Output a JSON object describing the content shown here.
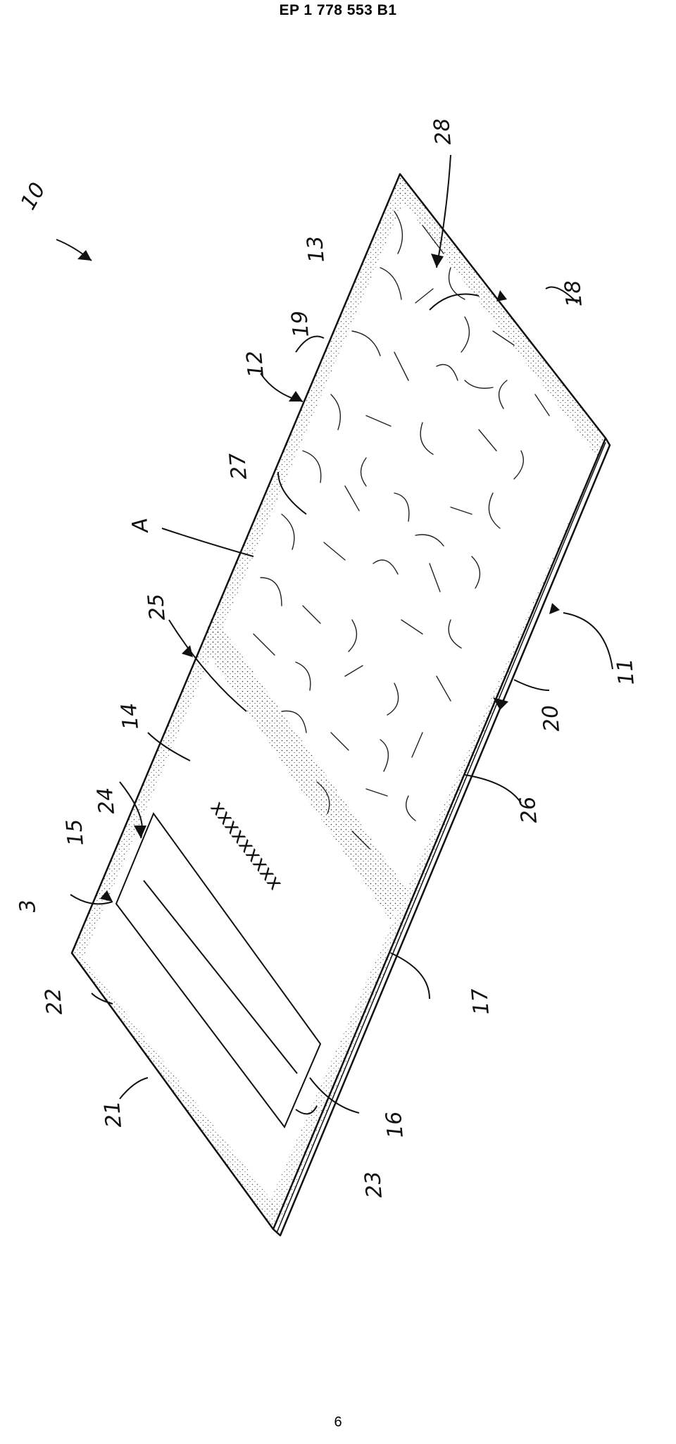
{
  "header": {
    "doc_number": "EP 1 778 553 B1"
  },
  "footer": {
    "page_number": "6"
  },
  "figure": {
    "reference_labels": [
      {
        "id": "10"
      },
      {
        "id": "28"
      },
      {
        "id": "13"
      },
      {
        "id": "19"
      },
      {
        "id": "18"
      },
      {
        "id": "12"
      },
      {
        "id": "27"
      },
      {
        "id": "A"
      },
      {
        "id": "25"
      },
      {
        "id": "14"
      },
      {
        "id": "24"
      },
      {
        "id": "15"
      },
      {
        "id": "3"
      },
      {
        "id": "22"
      },
      {
        "id": "21"
      },
      {
        "id": "23"
      },
      {
        "id": "16"
      },
      {
        "id": "17"
      },
      {
        "id": "26"
      },
      {
        "id": "20"
      },
      {
        "id": "11"
      }
    ],
    "marking_text": "xxxxxxxxx"
  }
}
